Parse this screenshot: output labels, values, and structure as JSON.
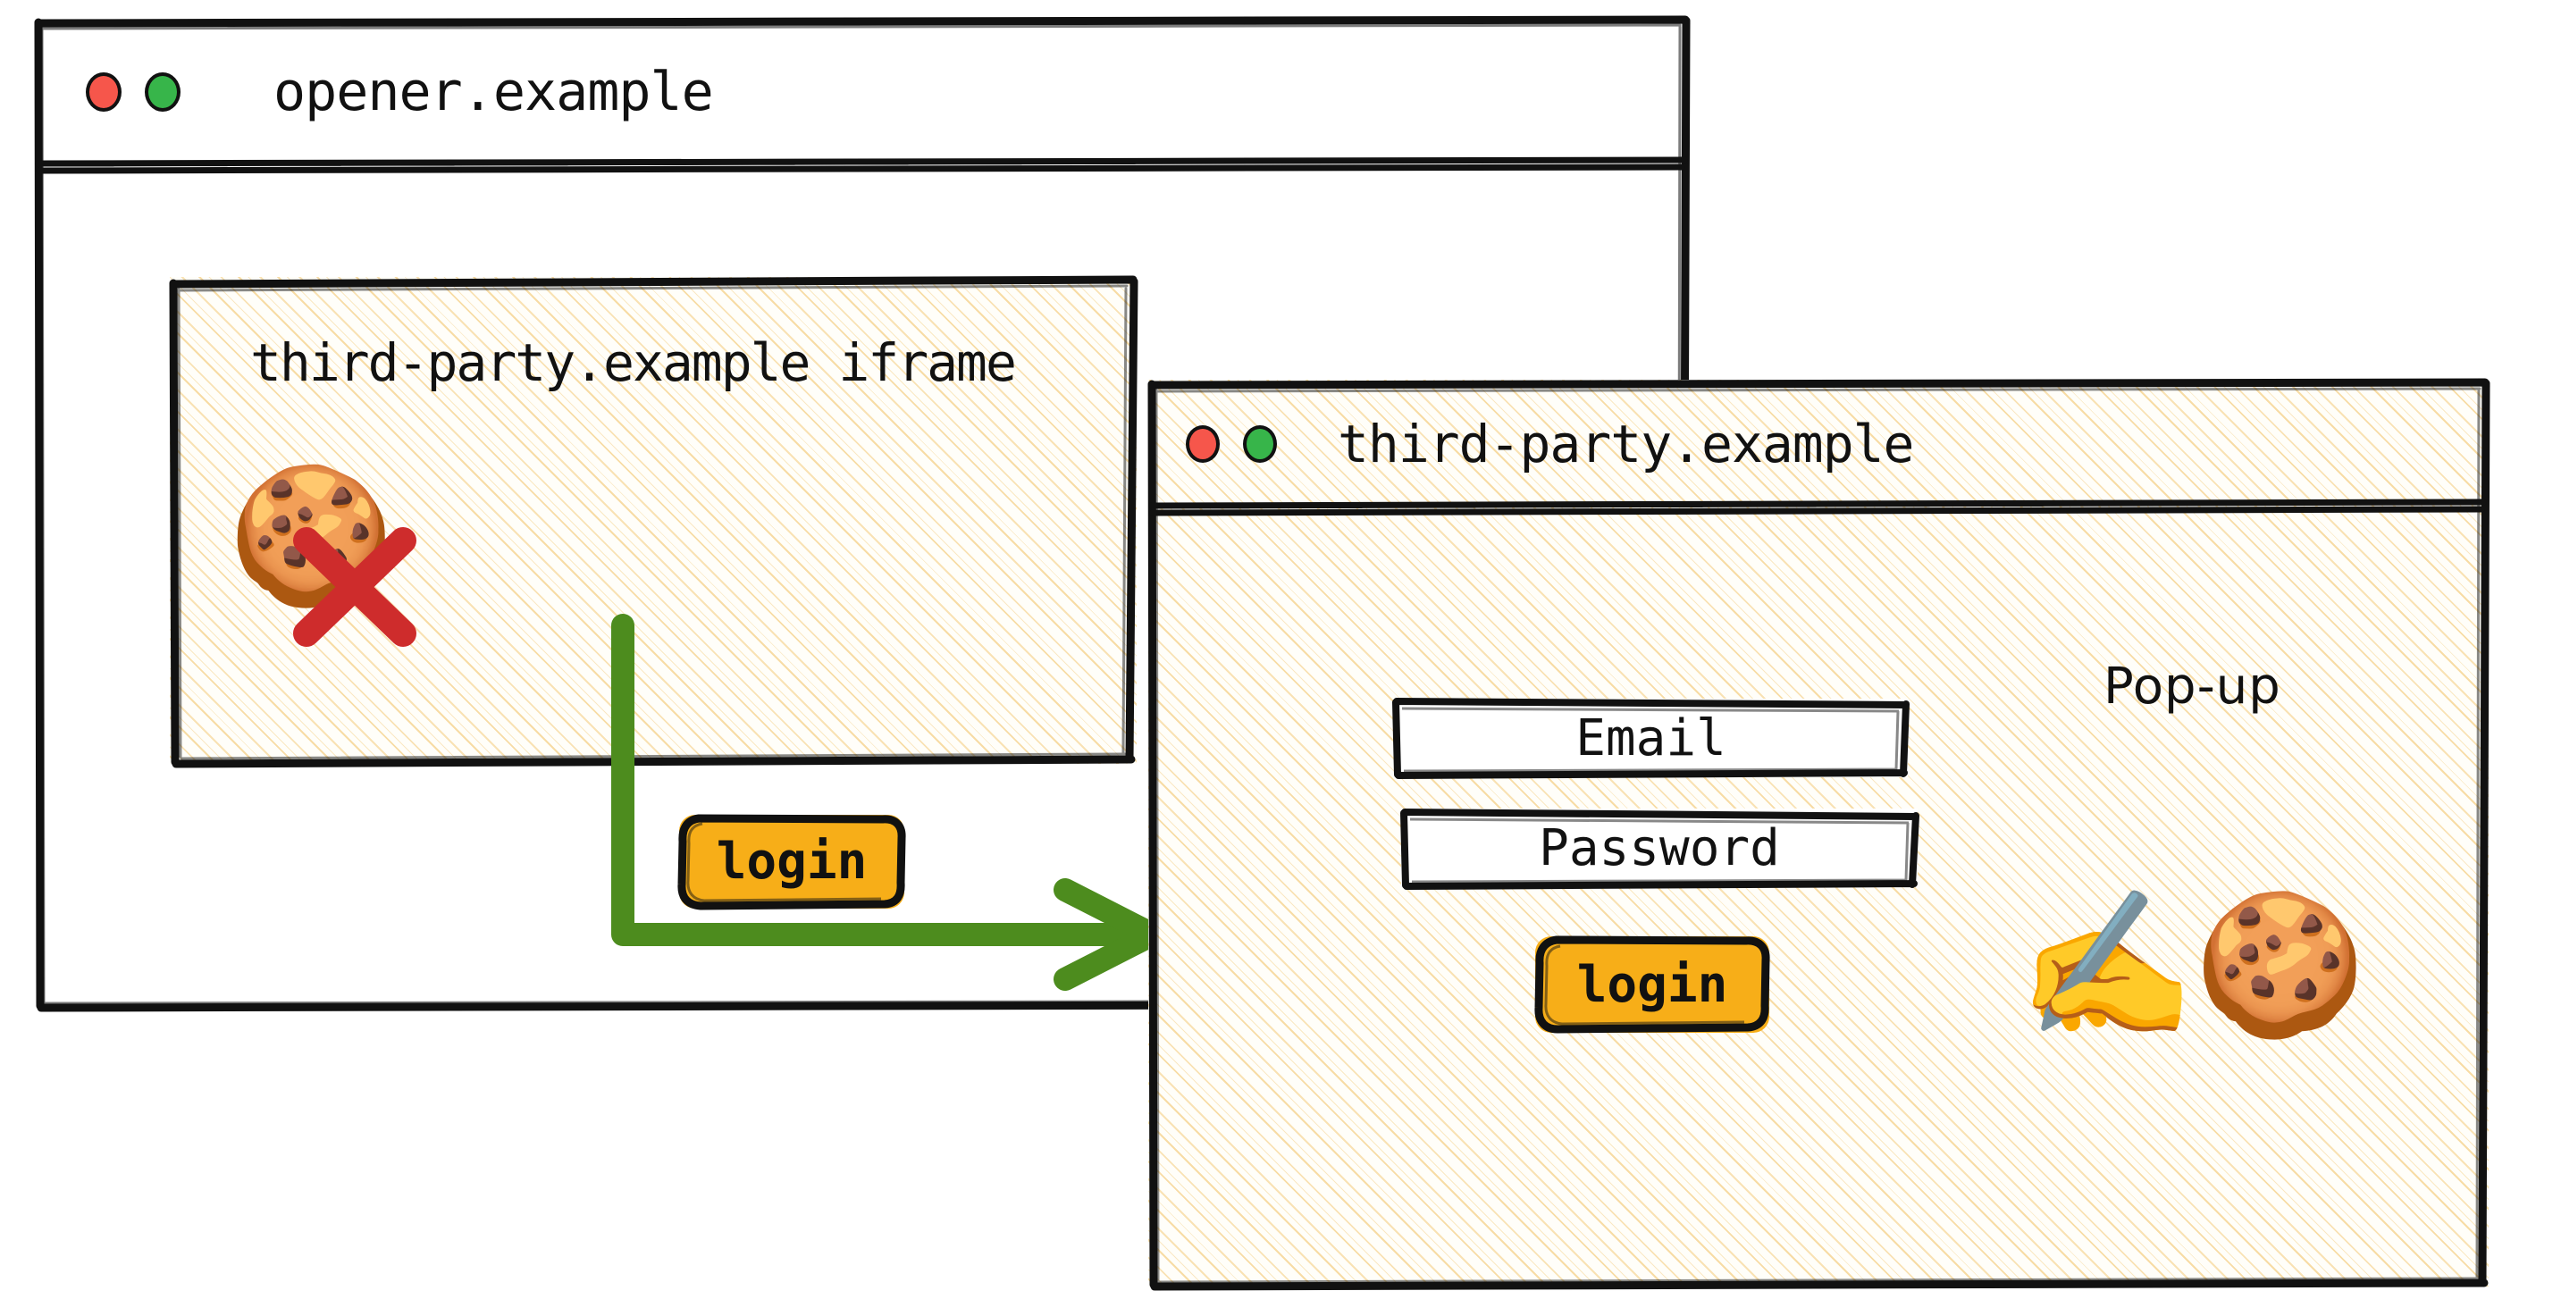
{
  "diagram": {
    "title": "Third-party login pop-up flow",
    "colors": {
      "accent_button": "#F7AE18",
      "arrow_green": "#4D8C1E",
      "dot_red": "#F6564B",
      "dot_green": "#37B54A",
      "hatch": "#F6D696",
      "stroke": "#111111",
      "field_background": "#FFFFFF"
    }
  },
  "opener_window": {
    "title": "opener.example",
    "controls": {
      "close_label": "close",
      "maximize_label": "maximize"
    },
    "iframe": {
      "title": "third-party.example iframe",
      "cookie_icon": "cookie-blocked-icon",
      "cookie_emoji": "🍪",
      "blocked_mark": "cross-mark-icon",
      "login_button": "login"
    }
  },
  "popup_window": {
    "title": "third-party.example",
    "label": "Pop-up",
    "controls": {
      "close_label": "close",
      "maximize_label": "maximize"
    },
    "fields": [
      {
        "name": "email",
        "value": "Email"
      },
      {
        "name": "password",
        "value": "Password"
      }
    ],
    "login_button": "login",
    "writing_hand_emoji": "✍️",
    "cookie_emoji": "🍪"
  },
  "flow_arrow": {
    "name": "login-opens-popup-arrow",
    "from": "iframe login button",
    "to": "pop-up window"
  }
}
